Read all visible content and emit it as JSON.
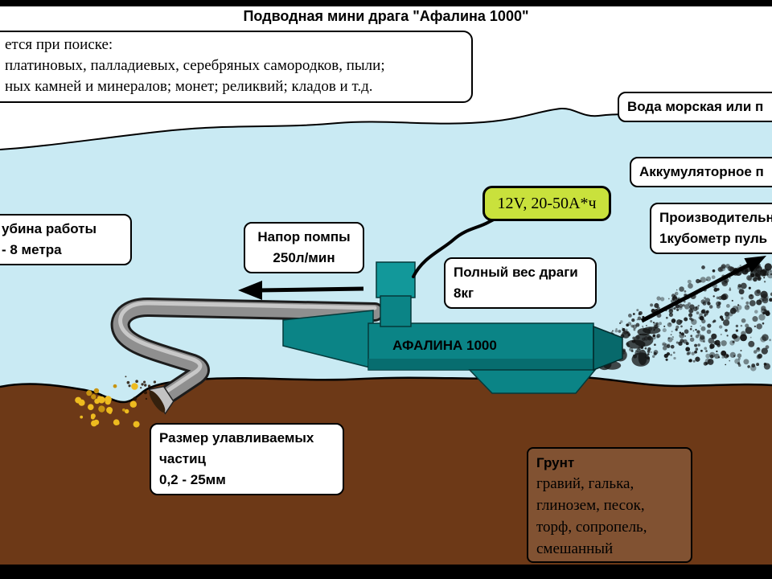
{
  "title": "Подводная мини драга \"Афалина 1000\"",
  "info_box": {
    "line1": "ется при поиске:",
    "line2": "платиновых, палладиевых, серебряных самородков, пыли;",
    "line3": "ных камней и минералов; монет; реликвий; кладов и т.д."
  },
  "callouts": {
    "water_type": "Вода морская или п",
    "battery_type": "Аккумуляторное п",
    "battery_spec": "12V, 20-50А*ч",
    "productivity_line1": "Производительн",
    "productivity_line2": "1кубометр пуль",
    "depth_line1": "убина работы",
    "depth_line2": "- 8 метра",
    "pump_line1": "Напор помпы",
    "pump_line2": "250л/мин",
    "weight_line1": "Полный вес драги",
    "weight_line2": "8кг",
    "device_name": "АФАЛИНА 1000",
    "particle_line1": "Размер улавливаемых",
    "particle_line2": "частиц",
    "particle_line3": "0,2 - 25мм",
    "ground_title": "Грунт",
    "ground_line1": "гравий, галька,",
    "ground_line2": "глинозем, песок,",
    "ground_line3": "торф, сопропель,",
    "ground_line4": "смешанный"
  },
  "colors": {
    "water": "#c9eaf3",
    "ground": "#6d3917",
    "dredge": "#0b8486",
    "dredge_dark": "#07696b",
    "dredge_light": "#12989a",
    "battery": "#c9e13c",
    "gold": "#edbb1f",
    "pipe": "#8f8f8f"
  }
}
